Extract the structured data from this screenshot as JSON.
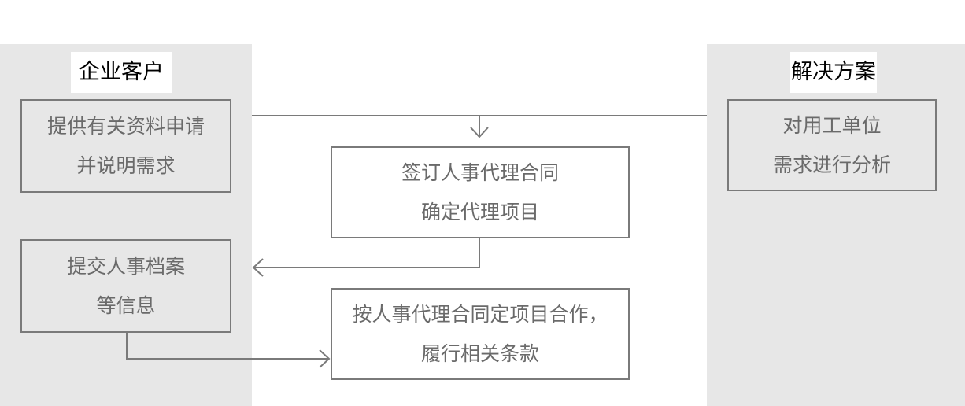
{
  "left_heading": "企业客户",
  "right_heading": "解决方案",
  "boxes": {
    "provide": {
      "line1": "提供有关资料申请",
      "line2": "并说明需求"
    },
    "submit": {
      "line1": "提交人事档案",
      "line2": "等信息"
    },
    "contract": {
      "line1": "签订人事代理合同",
      "line2": "确定代理项目"
    },
    "cooperate": {
      "line1": "按人事代理合同定项目合作，",
      "line2": "履行相关条款"
    },
    "analysis": {
      "line1": "对用工单位",
      "line2": "需求进行分析"
    }
  },
  "colors": {
    "panel": "#e7e7e7",
    "border": "#7a7a7a",
    "text": "#6a6a6a",
    "heading": "#000000"
  }
}
